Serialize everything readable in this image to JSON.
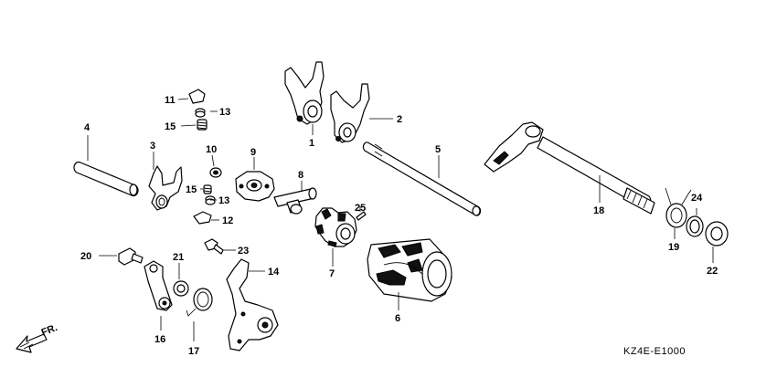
{
  "diagram": {
    "code": "KZ4E-E1000",
    "front_indicator": "FR.",
    "callouts": [
      {
        "id": "c1",
        "label": "1",
        "part": "shift-fork"
      },
      {
        "id": "c2",
        "label": "2",
        "part": "shift-fork"
      },
      {
        "id": "c3",
        "label": "3",
        "part": "shift-fork"
      },
      {
        "id": "c4",
        "label": "4",
        "part": "fork-shaft"
      },
      {
        "id": "c5",
        "label": "5",
        "part": "fork-shaft"
      },
      {
        "id": "c6",
        "label": "6",
        "part": "shift-drum"
      },
      {
        "id": "c7",
        "label": "7",
        "part": "drum-center"
      },
      {
        "id": "c8",
        "label": "8",
        "part": "pin"
      },
      {
        "id": "c9",
        "label": "9",
        "part": "plate"
      },
      {
        "id": "c10",
        "label": "10",
        "part": "bolt"
      },
      {
        "id": "c11",
        "label": "11",
        "part": "cap"
      },
      {
        "id": "c12",
        "label": "12",
        "part": "cap"
      },
      {
        "id": "c13a",
        "label": "13",
        "part": "washer"
      },
      {
        "id": "c13b",
        "label": "13",
        "part": "washer"
      },
      {
        "id": "c14",
        "label": "14",
        "part": "plate"
      },
      {
        "id": "c15a",
        "label": "15",
        "part": "spring"
      },
      {
        "id": "c15b",
        "label": "15",
        "part": "spring"
      },
      {
        "id": "c16",
        "label": "16",
        "part": "stopper-arm"
      },
      {
        "id": "c17",
        "label": "17",
        "part": "spring"
      },
      {
        "id": "c18",
        "label": "18",
        "part": "gearshift-spindle"
      },
      {
        "id": "c19",
        "label": "19",
        "part": "return-spring"
      },
      {
        "id": "c20",
        "label": "20",
        "part": "bolt"
      },
      {
        "id": "c21",
        "label": "21",
        "part": "washer"
      },
      {
        "id": "c22",
        "label": "22",
        "part": "washer"
      },
      {
        "id": "c23",
        "label": "23",
        "part": "bolt"
      },
      {
        "id": "c24",
        "label": "24",
        "part": "collar"
      },
      {
        "id": "c25",
        "label": "25",
        "part": "pin"
      }
    ]
  }
}
